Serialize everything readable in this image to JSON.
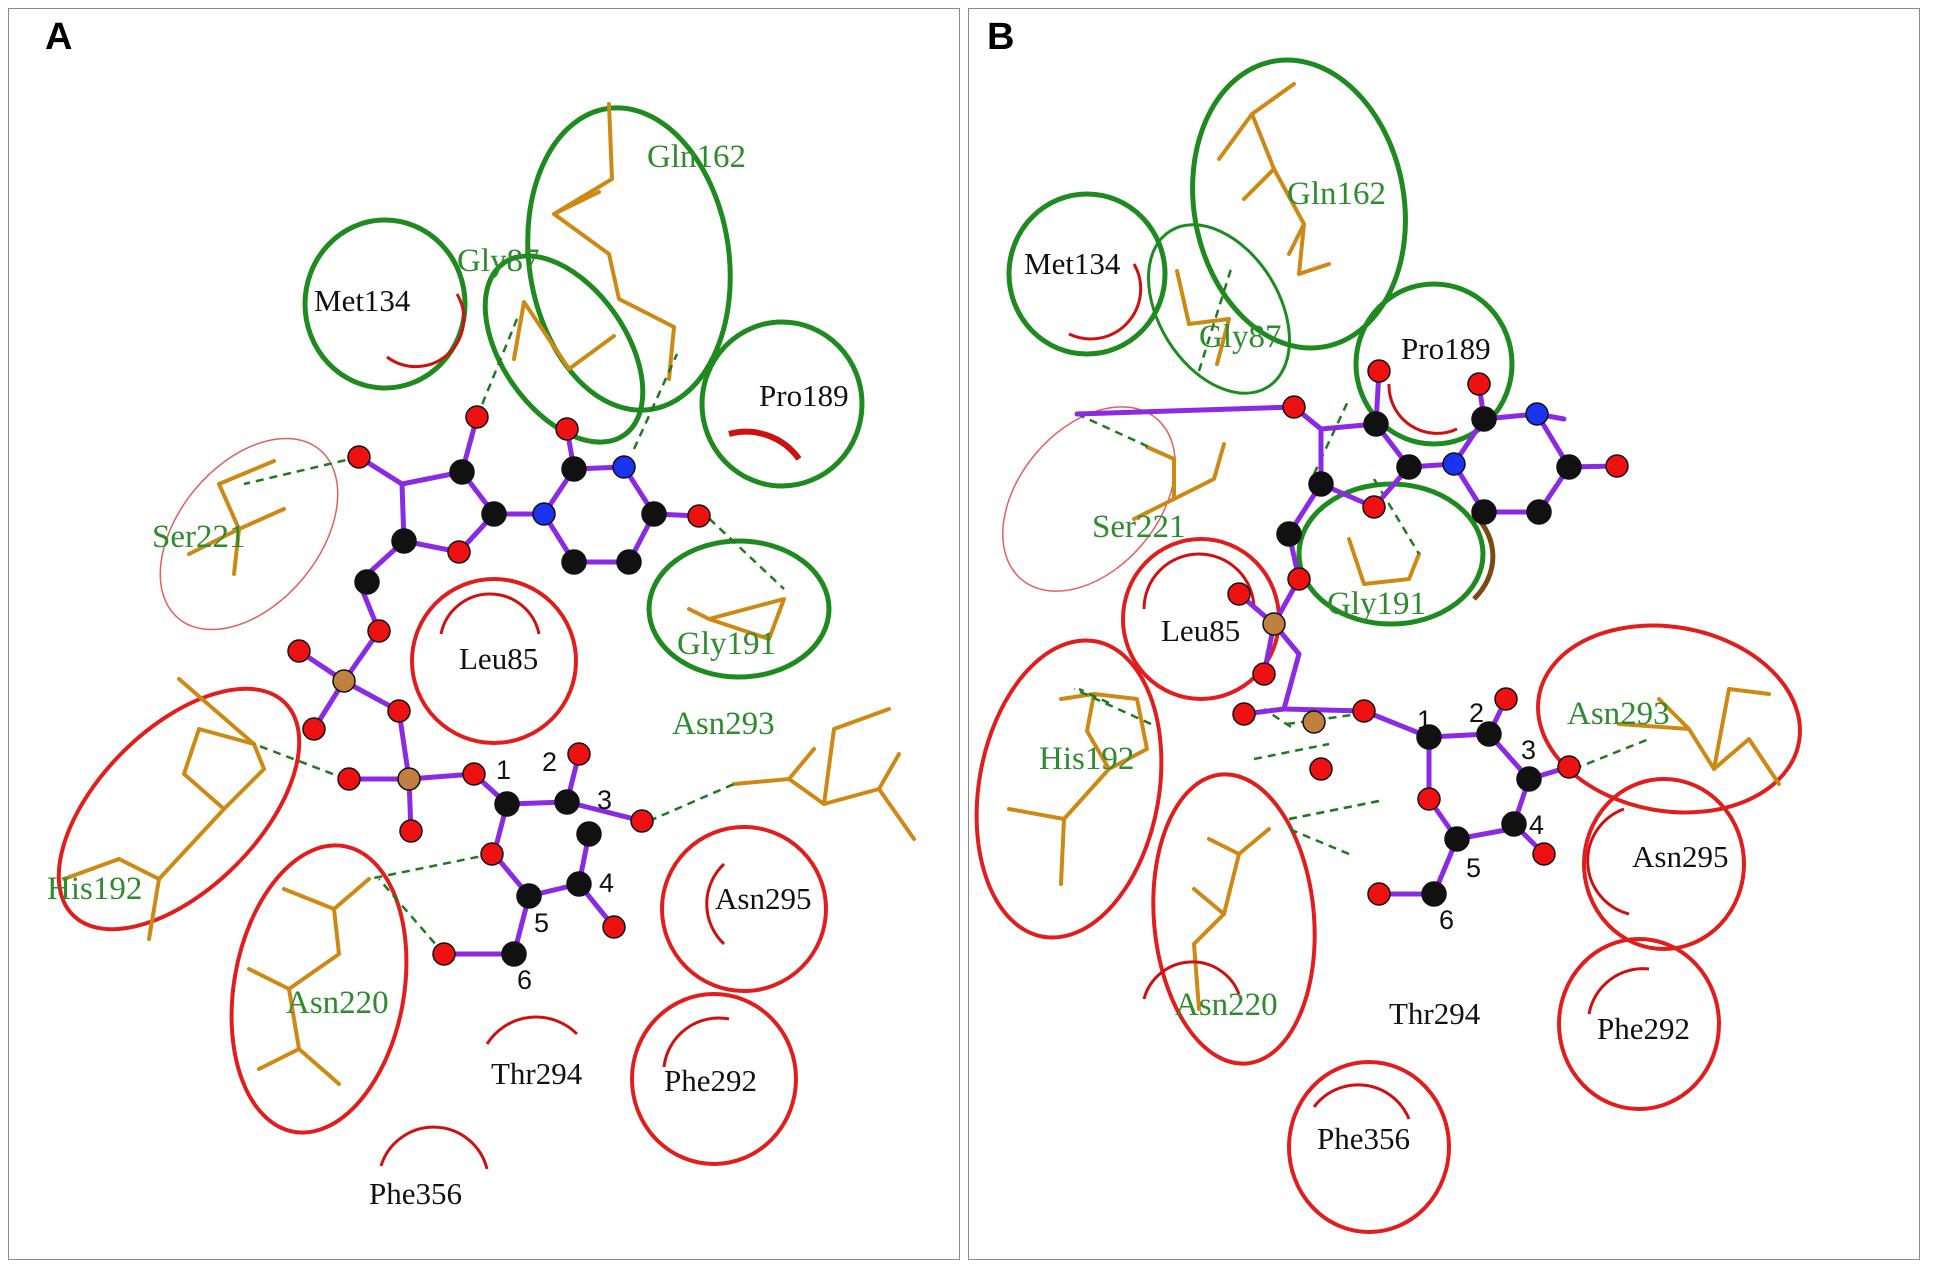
{
  "panels": [
    {
      "id": "A",
      "label": "A",
      "residues": {
        "gln162": "Gln162",
        "gly87": "Gly87",
        "met134": "Met134",
        "pro189": "Pro189",
        "ser221": "Ser221",
        "leu85": "Leu85",
        "gly191": "Gly191",
        "asn293": "Asn293",
        "his192": "His192",
        "asn220": "Asn220",
        "asn295": "Asn295",
        "thr294": "Thr294",
        "phe292": "Phe292",
        "phe356": "Phe356"
      },
      "atom_numbers": [
        "1",
        "2",
        "3",
        "4",
        "5",
        "6"
      ]
    },
    {
      "id": "B",
      "label": "B",
      "residues": {
        "gln162": "Gln162",
        "met134": "Met134",
        "gly87": "Gly87",
        "pro189": "Pro189",
        "ser221": "Ser221",
        "leu85": "Leu85",
        "gly191": "Gly191",
        "asn293": "Asn293",
        "his192": "His192",
        "asn295": "Asn295",
        "asn220": "Asn220",
        "thr294": "Thr294",
        "phe292": "Phe292",
        "phe356": "Phe356"
      },
      "atom_numbers": [
        "1",
        "2",
        "3",
        "4",
        "5",
        "6"
      ]
    }
  ],
  "colors": {
    "hbond_residue_label": "#2e8b2e",
    "hydrophobic_residue_label": "#111111",
    "ligand_bond": "#8a2be2",
    "residue_bond": "#cc8a14",
    "carbon": "#111111",
    "oxygen": "#ee1111",
    "nitrogen": "#1a33ee",
    "phosphorus": "#c08040",
    "hbond_line": "#1f7a1f",
    "hydrophobic_arc": "#cc1111",
    "circle_green": "#1f8a1f",
    "circle_red": "#e01e1e",
    "circle_pink": "#e06060",
    "circle_brown": "#7a4a10"
  }
}
